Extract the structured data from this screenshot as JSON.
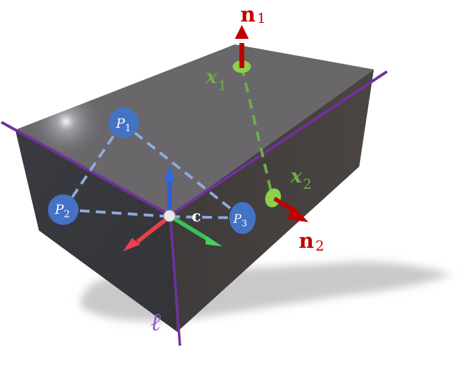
{
  "figure": {
    "type": "3d-box-geometry-diagram",
    "labels": {
      "n1": {
        "base": "n",
        "sub": "1"
      },
      "n2": {
        "base": "n",
        "sub": "2"
      },
      "x1": {
        "base": "x",
        "sub": "1"
      },
      "x2": {
        "base": "x",
        "sub": "2"
      },
      "p1": {
        "base": "P",
        "sub": "1"
      },
      "p2": {
        "base": "P",
        "sub": "2"
      },
      "p3": {
        "base": "P",
        "sub": "3"
      },
      "c": "c",
      "line": "ℓ"
    },
    "colors": {
      "top_face": "#6a6869",
      "left_face": "#36373b",
      "right_face": "#433f3d",
      "edge_line": "#7030a0",
      "normal_arrow": "#c00000",
      "surface_point": "#8ed04a",
      "surface_label": "#70ad47",
      "plane_point": "#4472c4",
      "dashed_triangle": "#8eaadb",
      "axis_x": "#e8404a",
      "axis_y": "#3cc05a",
      "axis_z": "#2f5fd8",
      "line_label": "#9a5bd0",
      "shadow": "#cccccc"
    }
  }
}
